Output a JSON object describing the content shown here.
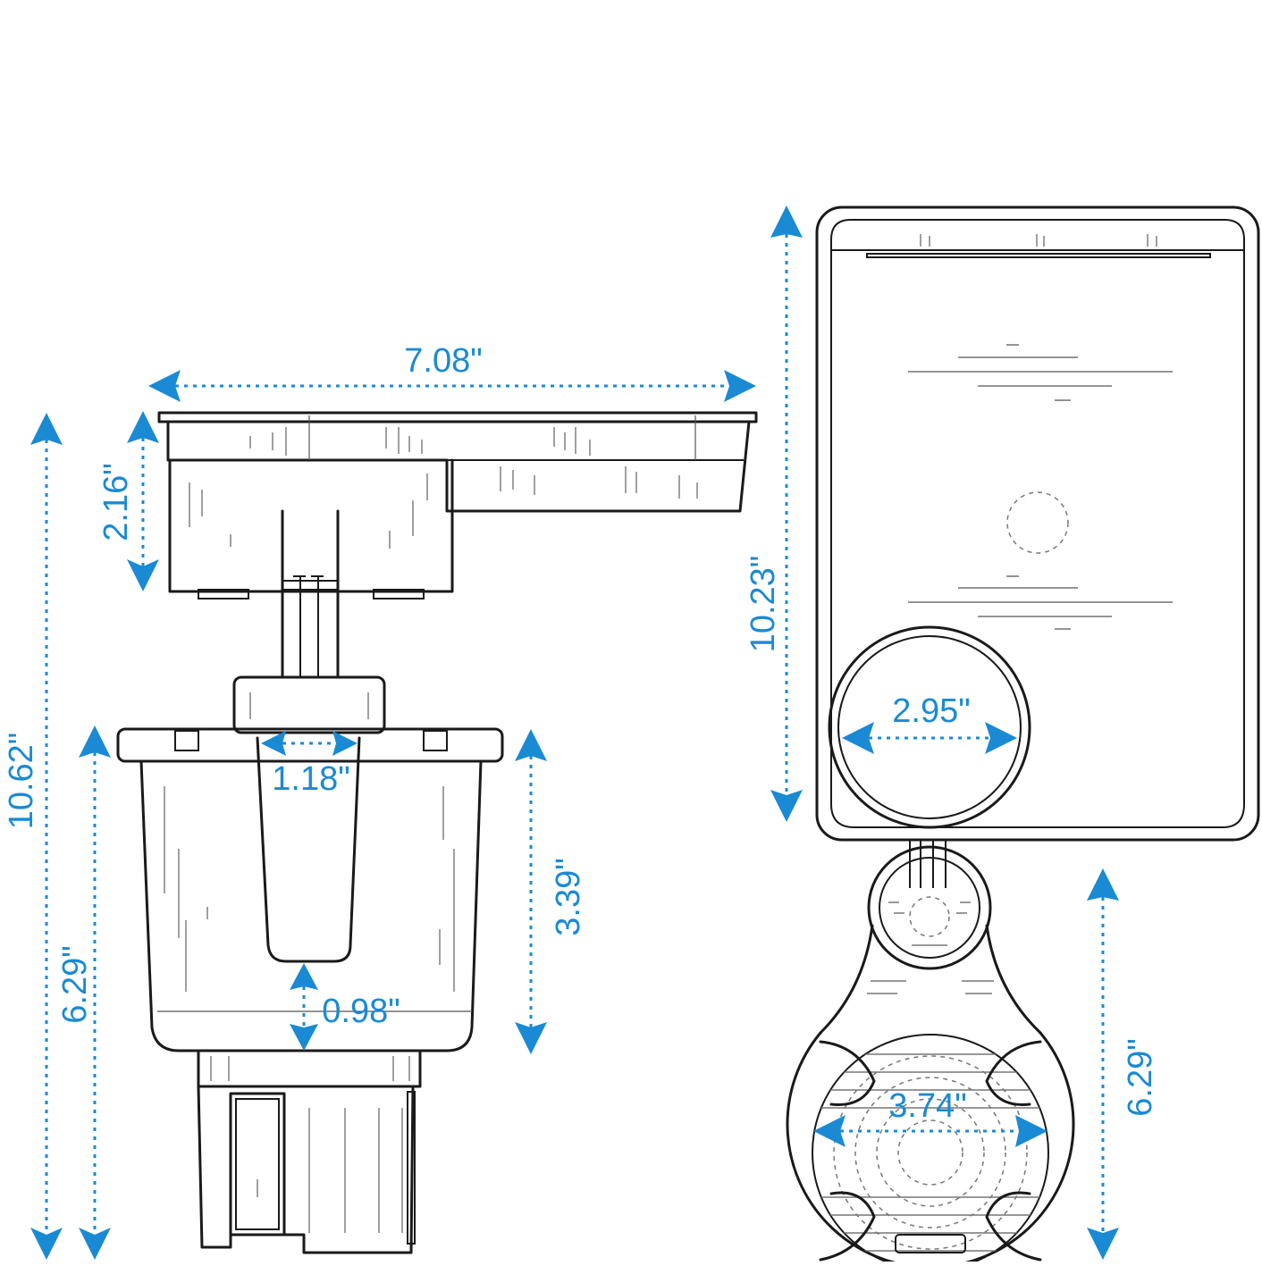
{
  "colors": {
    "dimension": "#1a8ad4",
    "outline": "#1a1a1a"
  },
  "side_view": {
    "tray_width": "7.08\"",
    "tray_height": "2.16\"",
    "total_height": "10.62\"",
    "cup_height": "6.29\"",
    "slot_width": "1.18\"",
    "cup_depth": "3.39\"",
    "slot_bottom_gap": "0.98\""
  },
  "top_view": {
    "tray_length": "10.23\"",
    "cup_ring_diameter": "2.95\"",
    "base_height": "6.29\"",
    "base_diameter": "3.74\""
  }
}
